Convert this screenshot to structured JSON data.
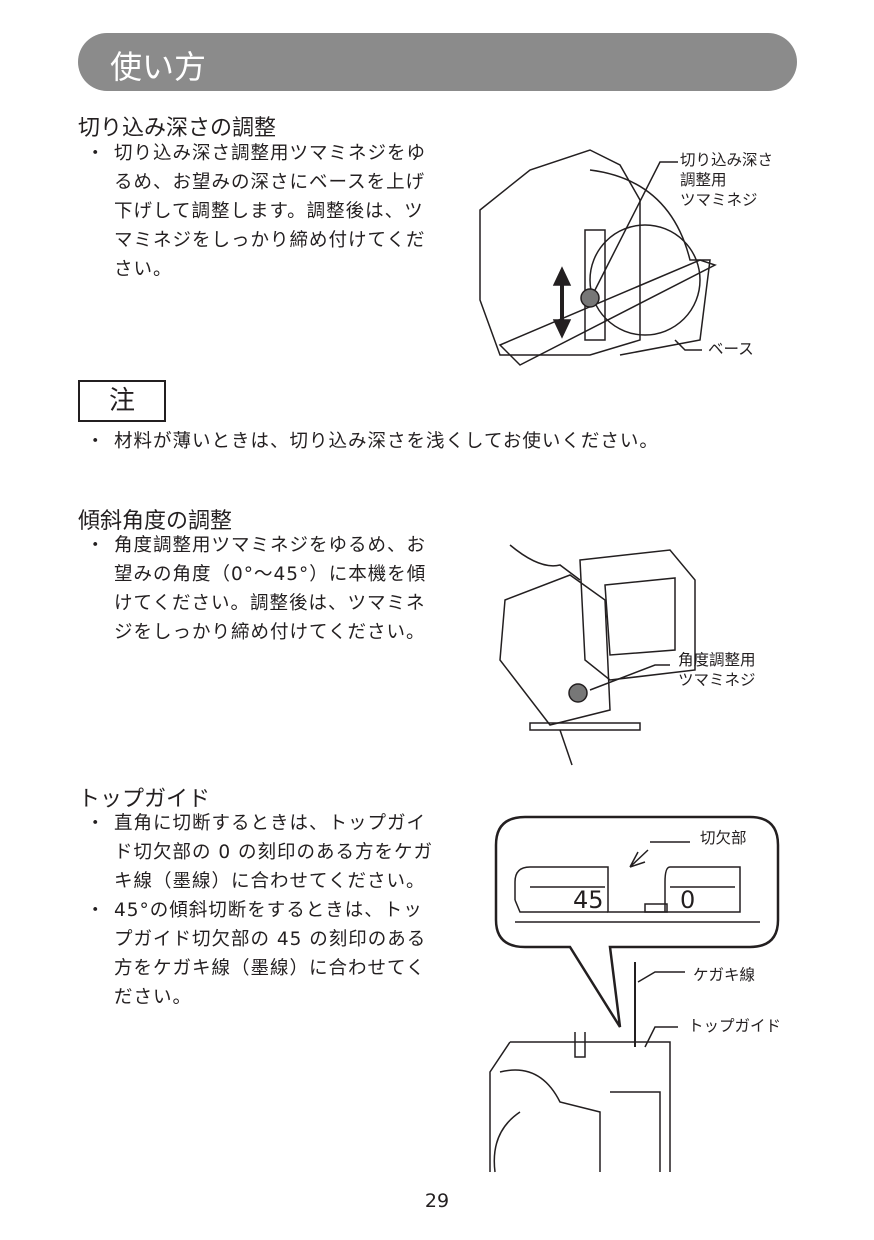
{
  "header": {
    "title": "使い方"
  },
  "sections": [
    {
      "heading": "切り込み深さの調整",
      "bullets": [
        [
          "切り込み深さ調整用ツマミネジをゆ",
          "るめ、お望みの深さにベースを上げ",
          "下げして調整します。調整後は、ツ",
          "マミネジをしっかり締め付けてくだ",
          "さい。"
        ]
      ],
      "figure_labels": {
        "knob": [
          "切り込み深さ",
          "調整用",
          "ツマミネジ"
        ],
        "base": "ベース"
      }
    },
    {
      "heading": "傾斜角度の調整",
      "bullets": [
        [
          "角度調整用ツマミネジをゆるめ、お",
          "望みの角度（0°～45°）に本機を傾",
          "けてください。調整後は、ツマミネ",
          "ジをしっかり締め付けてください。"
        ]
      ],
      "figure_labels": {
        "knob": [
          "角度調整用",
          "ツマミネジ"
        ]
      }
    },
    {
      "heading": "トップガイド",
      "bullets": [
        [
          "直角に切断するときは、トップガイ",
          "ド切欠部の 0 の刻印のある方をケガ",
          "キ線（墨線）に合わせてください。"
        ],
        [
          "45°の傾斜切断をするときは、トッ",
          "プガイド切欠部の 45 の刻印のある",
          "方をケガキ線（墨線）に合わせてく",
          "ださい。"
        ]
      ],
      "figure_labels": {
        "notch": "切欠部",
        "scale_45": "45",
        "scale_0": "0",
        "marking_line": "ケガキ線",
        "top_guide": "トップガイド"
      }
    }
  ],
  "note": {
    "label": "注",
    "text": "材料が薄いときは、切り込み深さを浅くしてお使いください。"
  },
  "bullet_mark": "・",
  "page_number": "29"
}
